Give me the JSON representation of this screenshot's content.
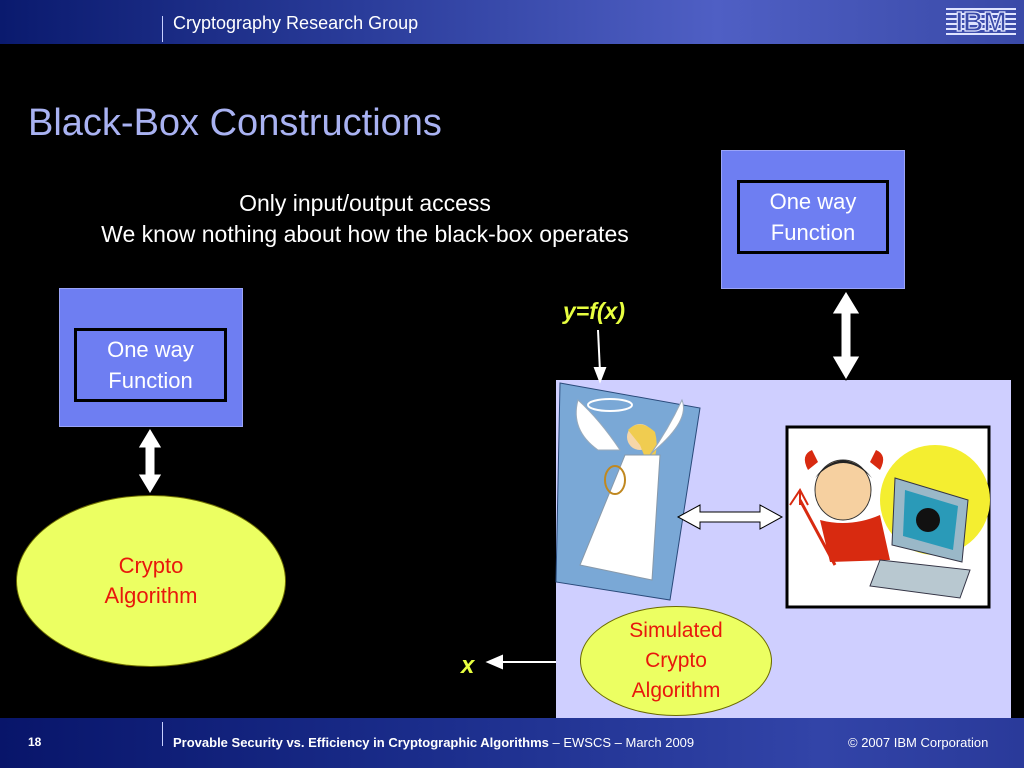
{
  "header": {
    "group": "Cryptography Research Group",
    "logo": "IBM"
  },
  "title": "Black-Box Constructions",
  "subtitle": {
    "line1": "Only input/output access",
    "line2": "We know nothing about how the black-box operates"
  },
  "left": {
    "owf_line1": "One way",
    "owf_line2": "Function",
    "crypto_line1": "Crypto",
    "crypto_line2": "Algorithm"
  },
  "right": {
    "owf_line1": "One way",
    "owf_line2": "Function",
    "yfx": "y=f(x)",
    "x": "x",
    "sim_line1": "Simulated",
    "sim_line2": "Crypto",
    "sim_line3": "Algorithm"
  },
  "footer": {
    "page": "18",
    "talk_bold": "Provable Security vs. Efficiency in Cryptographic Algorithms",
    "talk_rest": " – EWSCS – March 2009",
    "copyright": "© 2007 IBM Corporation"
  },
  "colors": {
    "accent_yellow": "#e8ff40",
    "box_blue": "#6e7ef2",
    "ellipse_fill": "#ecff62",
    "crypto_red": "#e8180c",
    "panel": "#cfcfff"
  }
}
